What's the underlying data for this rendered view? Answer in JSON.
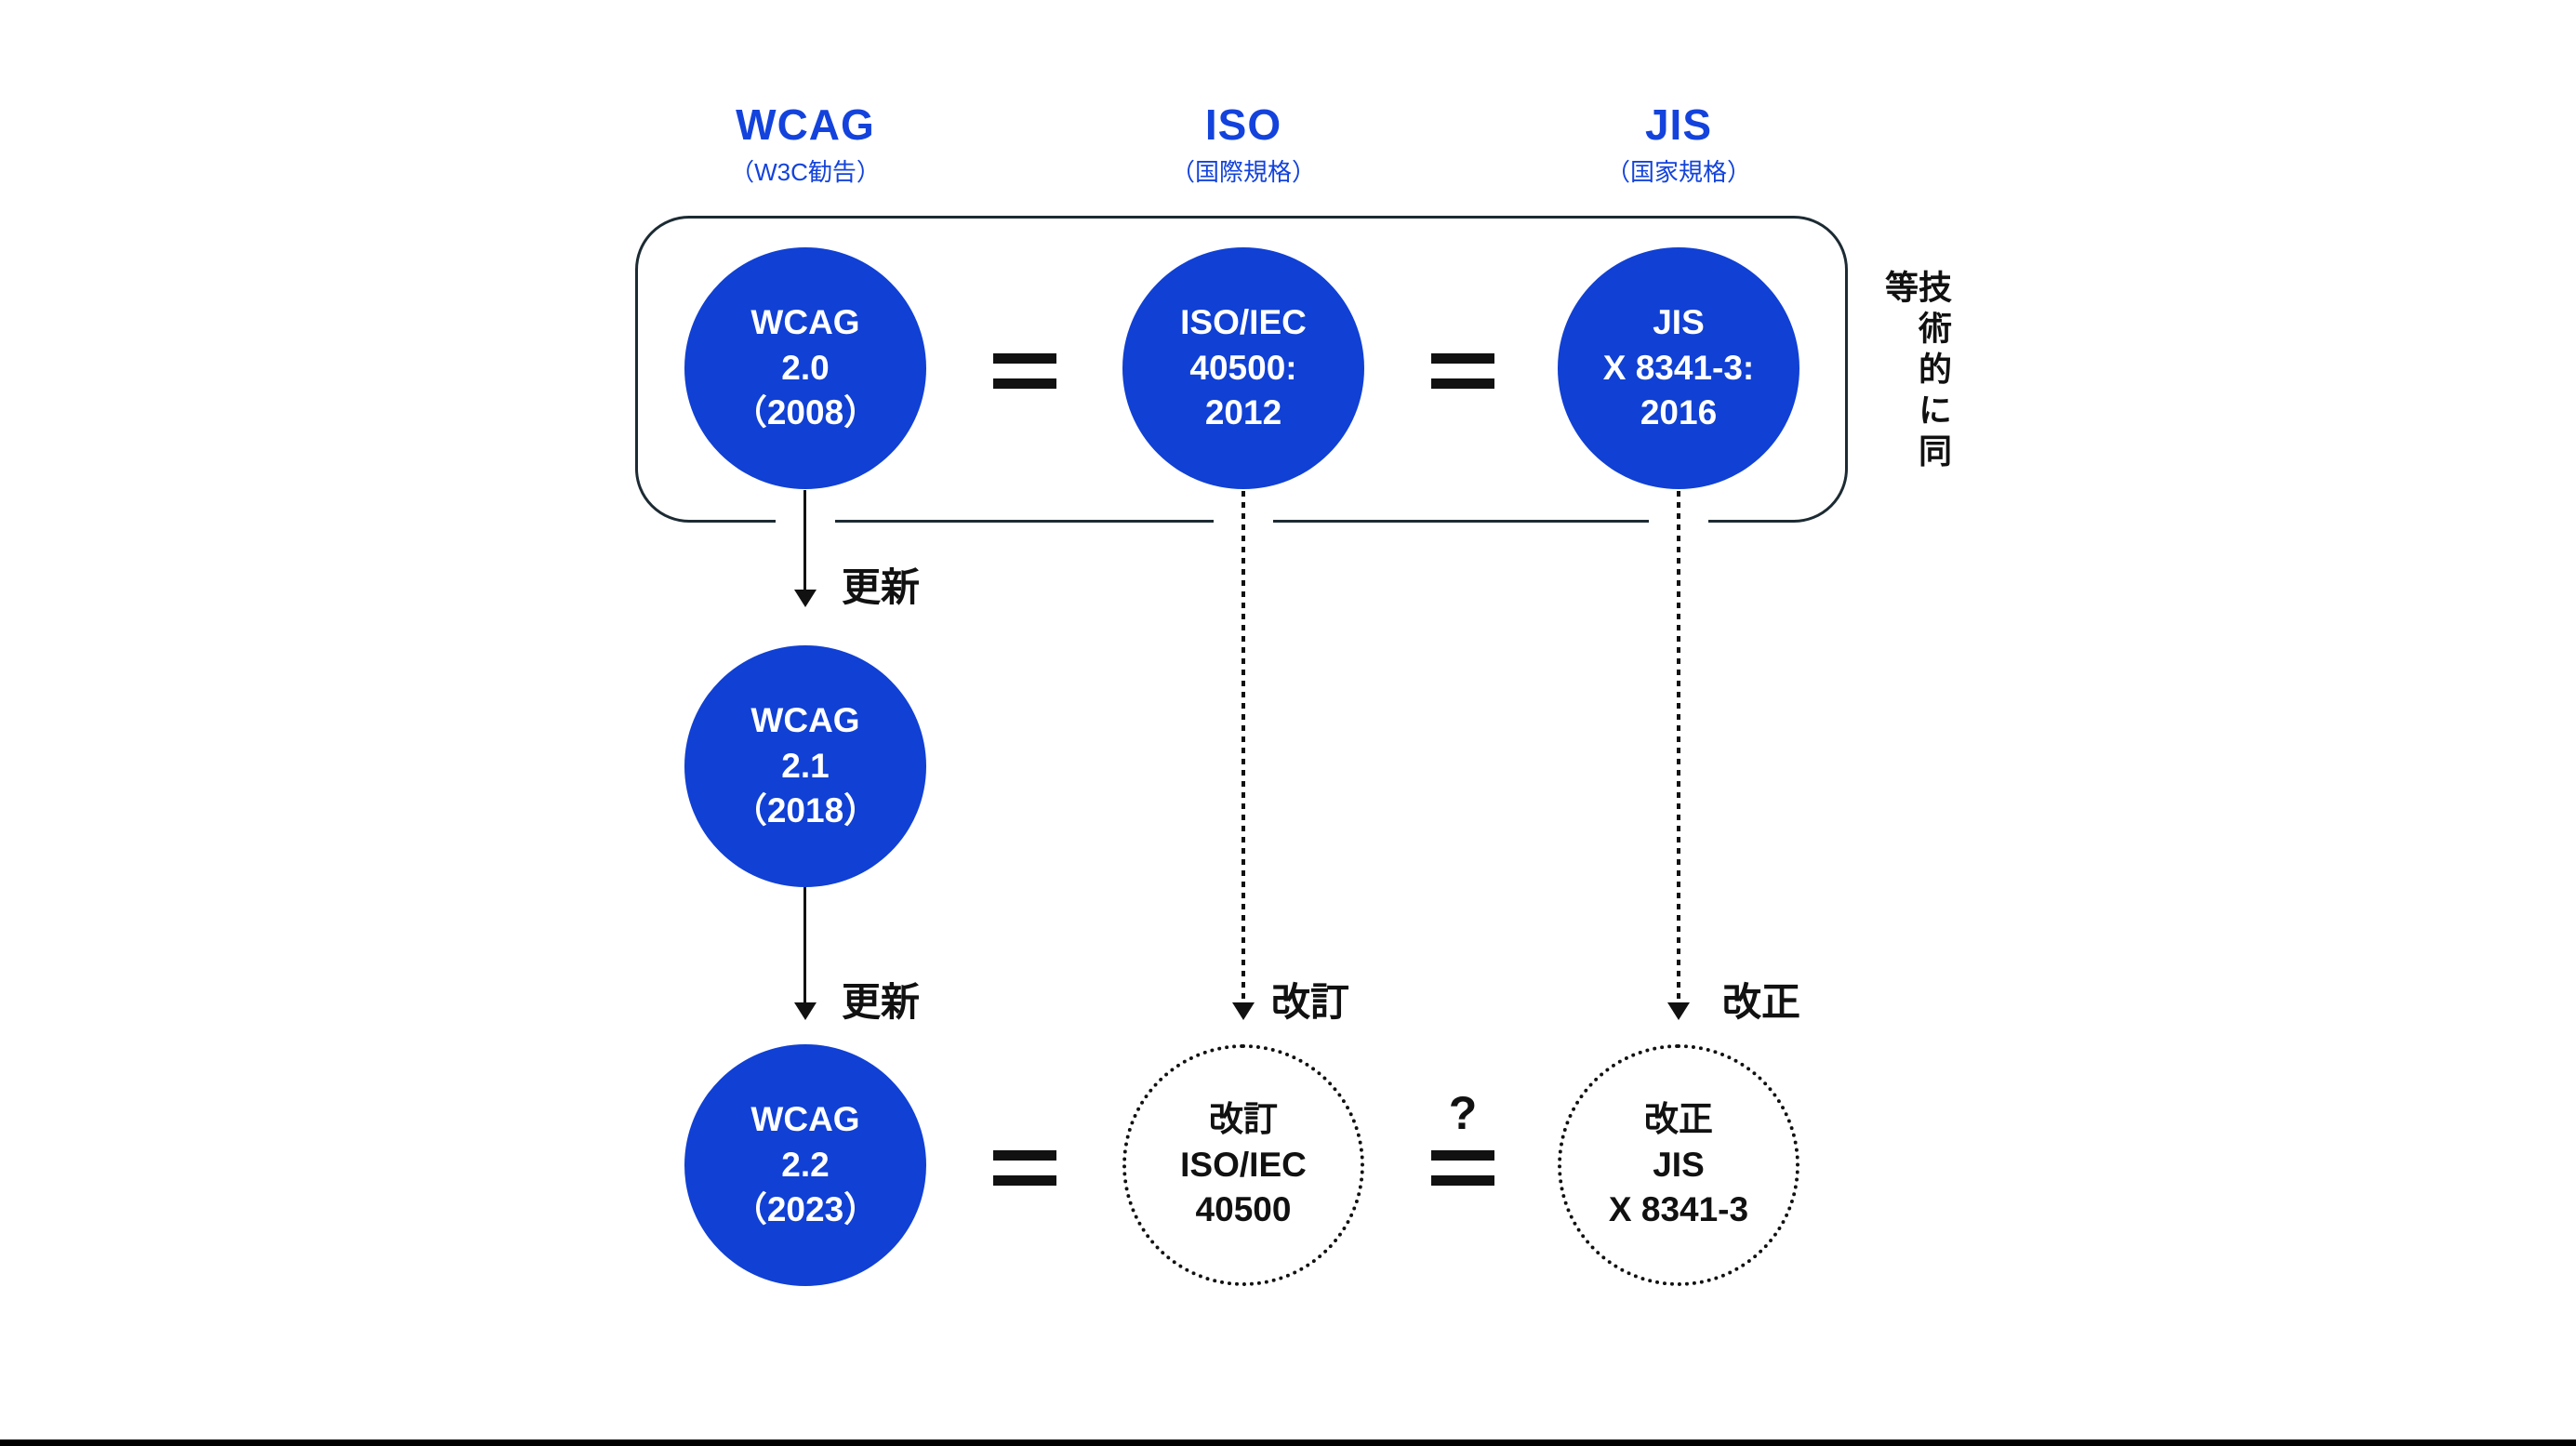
{
  "diagram": {
    "columns": [
      {
        "title": "WCAG",
        "subtitle": "（W3C勧告）"
      },
      {
        "title": "ISO",
        "subtitle": "（国際規格）"
      },
      {
        "title": "JIS",
        "subtitle": "（国家規格）"
      }
    ],
    "equivalence_label": "技術的に同等",
    "nodes": {
      "wcag20": {
        "lines": [
          "WCAG",
          "2.0",
          "（2008）"
        ]
      },
      "iso2012": {
        "lines": [
          "ISO/IEC",
          "40500:",
          "2012"
        ]
      },
      "jis2016": {
        "lines": [
          "JIS",
          "X 8341-3:",
          "2016"
        ]
      },
      "wcag21": {
        "lines": [
          "WCAG",
          "2.1",
          "（2018）"
        ]
      },
      "wcag22": {
        "lines": [
          "WCAG",
          "2.2",
          "（2023）"
        ]
      },
      "iso_next": {
        "lines": [
          "改訂",
          "ISO/IEC",
          "40500"
        ]
      },
      "jis_next": {
        "lines": [
          "改正",
          "JIS",
          "X 8341-3"
        ]
      }
    },
    "edge_labels": {
      "wcag_update_1": "更新",
      "wcag_update_2": "更新",
      "iso_revision": "改訂",
      "jis_amendment": "改正"
    },
    "question_mark": "?",
    "colors": {
      "primary_blue": "#1040d4",
      "outline_dark": "#1c2b33",
      "ink_black": "#111111"
    }
  }
}
